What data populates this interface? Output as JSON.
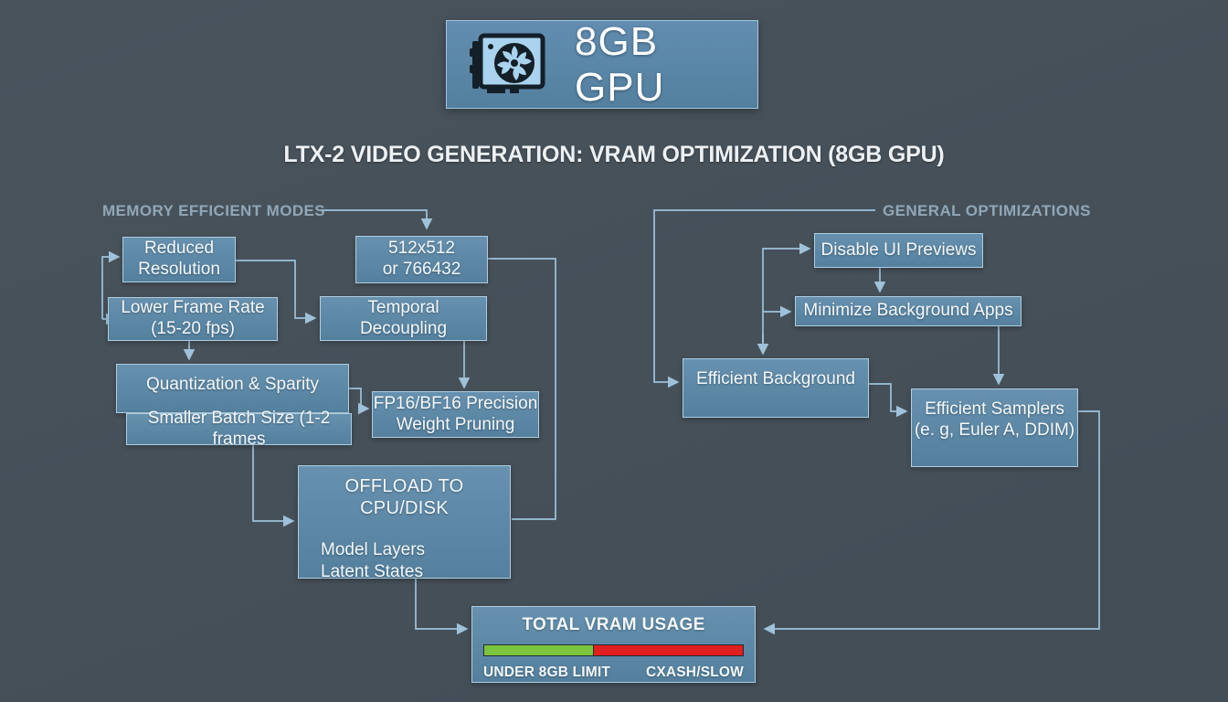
{
  "badge": {
    "label": "8GB GPU",
    "icon": "gpu-card-icon"
  },
  "title": "LTX-2 VIDEO GENERATION: VRAM OPTIMIZATION (8GB GPU)",
  "sections": {
    "left_label": "MEMORY EFFICIENT MODES",
    "right_label": "GENERAL OPTIMIZATIONS"
  },
  "nodes": {
    "reduced_resolution": {
      "line1": "Reduced",
      "line2": "Resolution"
    },
    "resolution_values": {
      "line1": "512x512",
      "line2": "or 766432"
    },
    "lower_frame_rate": {
      "line1": "Lower Frame Rate",
      "line2": "(15-20 fps)"
    },
    "temporal_decoupling": {
      "line1": "Temporal",
      "line2": "Decoupling"
    },
    "quantization": {
      "label": "Quantization & Sparity"
    },
    "smaller_batch": {
      "label": "Smaller Batch Size (1-2 frames"
    },
    "fp16": {
      "line1": "FP16/BF16 Precision",
      "line2": "Weight Pruning"
    },
    "offload": {
      "title": "OFFLOAD TO CPU/DISK",
      "item1": "Model Layers",
      "item2": "Latent States"
    },
    "disable_ui": {
      "label": "Disable UI Previews"
    },
    "minimize_bg": {
      "label": "Minimize Background Apps"
    },
    "efficient_bg": {
      "label": "Efficient Background"
    },
    "efficient_samplers": {
      "line1": "Efficient Samplers",
      "line2": "(e. g, Euler A, DDIM)"
    },
    "total_vram": {
      "title": "TOTAL VRAM USAGE",
      "left_label": "UNDER 8GB LIMIT",
      "right_label": "CXASH/SLOW",
      "green_pct": 42
    }
  },
  "colors": {
    "bg": "#49535c",
    "bg2": "#434d56",
    "box_fill_top": "#6791ae",
    "box_fill_bot": "#54809e",
    "box_border": "#aecde1",
    "line": "#9fc2da",
    "text": "#f4f8fa",
    "bar_green": "#7cc43c",
    "bar_red": "#e21f1f"
  }
}
